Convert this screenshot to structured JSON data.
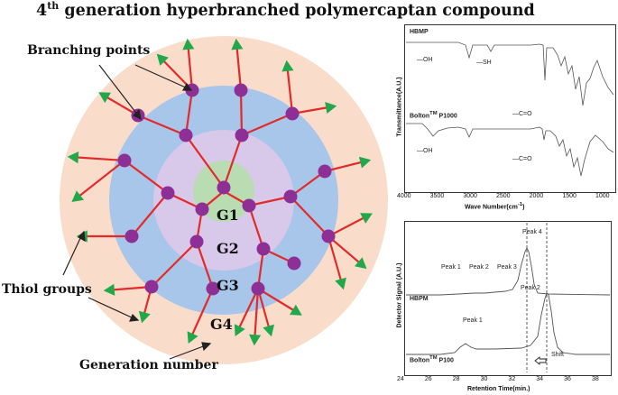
{
  "title": {
    "superscript": "th",
    "prefix": "4",
    "text": " generation hyperbranched polymercaptan compound"
  },
  "diagram": {
    "labels": {
      "branching_points": "Branching points",
      "thiol_groups": "Thiol groups",
      "generation_number": "Generation number"
    },
    "generations": [
      "G1",
      "G2",
      "G3",
      "G4"
    ],
    "colors": {
      "g1": "#b9dcb2",
      "g2": "#d8c8ea",
      "g3": "#a8c6ea",
      "g4": "#f9ddca",
      "bond": "#e32a2a",
      "node": "#8e2f96",
      "thiol": "#21a84a"
    }
  },
  "ir_plot": {
    "ylabel": "Transmittance(A.U.)",
    "xlabel": "Wave Number(cm",
    "xlabel_sup": "-1",
    "xlabel_end": ")",
    "xticks": [
      "4000",
      "3500",
      "3000",
      "2500",
      "2000",
      "1500",
      "1000"
    ],
    "series": [
      {
        "name": "HBMP",
        "annotations": [
          "—OH",
          "—SH",
          "—C=O"
        ]
      },
      {
        "name_prefix": "Bolton",
        "name_sup": "TM",
        "name_suffix": " P1000",
        "annotations": [
          "—OH",
          "—C=O"
        ]
      }
    ]
  },
  "gpc_plot": {
    "ylabel": "Detector Signal (A.U.)",
    "xlabel": "Retention Time(min.)",
    "xticks": [
      "24",
      "26",
      "28",
      "30",
      "32",
      "34",
      "36",
      "38"
    ],
    "series": [
      {
        "name": "HBPM",
        "peaks": [
          "Peak 1",
          "Peak 2",
          "Peak 3",
          "Peak 4"
        ]
      },
      {
        "name_prefix": "Bolton",
        "name_sup": "TM",
        "name_suffix": " P100",
        "peaks": [
          "Peak 1",
          "Peak 2"
        ],
        "annotation": "Shift"
      }
    ]
  }
}
